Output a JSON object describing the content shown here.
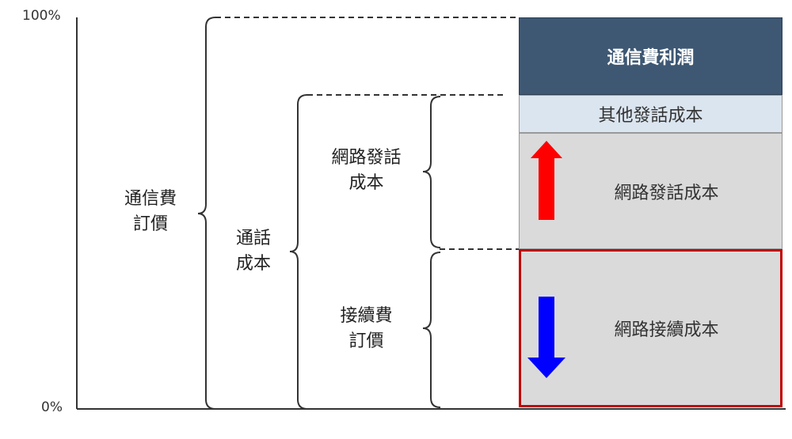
{
  "axis": {
    "top_label": "100%",
    "bottom_label": "0%"
  },
  "brace_labels": {
    "price": "通信費\n訂價",
    "call_cost": "通話\n成本",
    "network_origination": "網路發話\n成本",
    "interconnect_price": "接續費\n訂價"
  },
  "bar_segments": [
    {
      "label": "通信費利潤",
      "color": "#3e5874"
    },
    {
      "label": "其他發話成本",
      "color": "#dbe5ef"
    },
    {
      "label": "網路發話成本",
      "color": "#dadada"
    },
    {
      "label": "網路接續成本",
      "color": "#dadada",
      "border": "#c00000"
    }
  ],
  "arrows": {
    "up_color": "#ff0000",
    "down_color": "#0000ff"
  }
}
